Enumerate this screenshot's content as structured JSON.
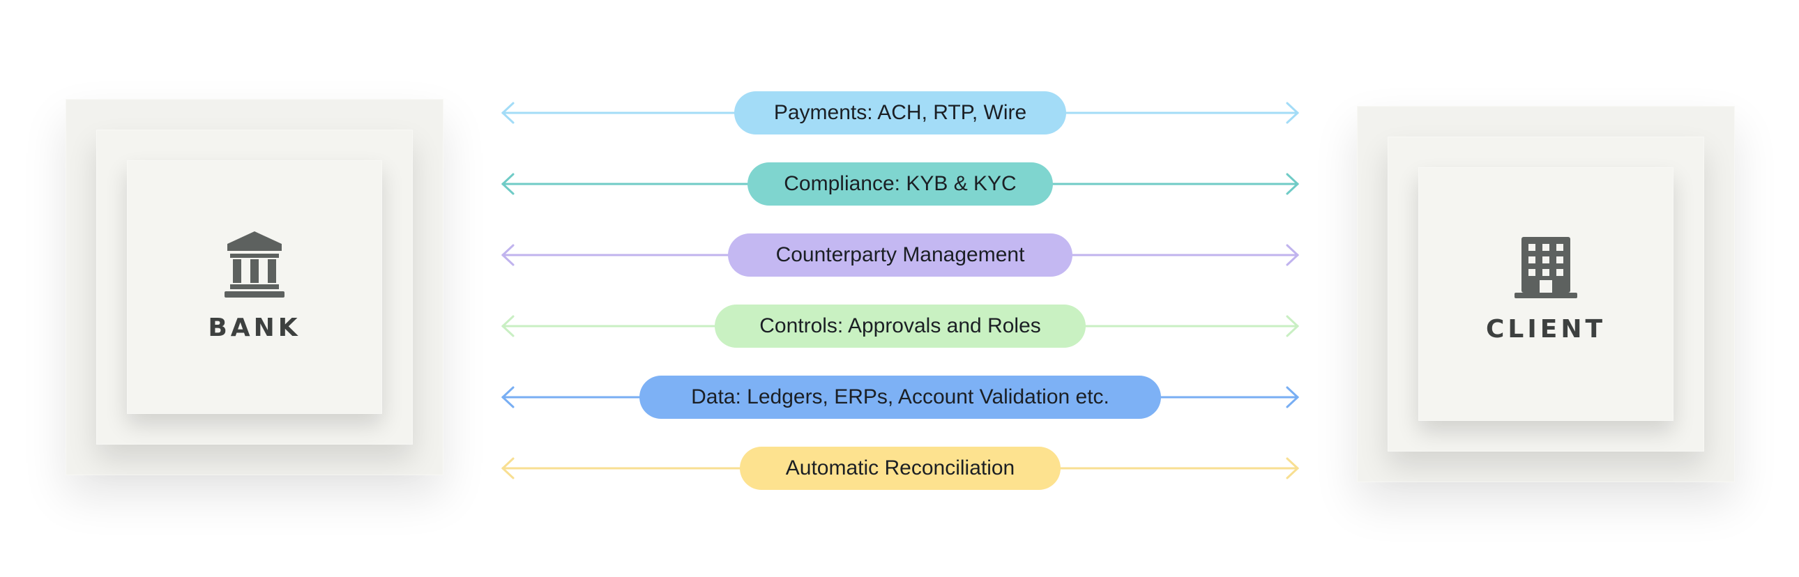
{
  "entities": {
    "left": {
      "label": "BANK",
      "icon": "bank-icon"
    },
    "right": {
      "label": "CLIENT",
      "icon": "office-building-icon"
    }
  },
  "connections": [
    {
      "label": "Payments: ACH, RTP, Wire",
      "color": "#a3dcf7",
      "line_color": "#a3dcf7"
    },
    {
      "label": "Compliance: KYB & KYC",
      "color": "#7fd5cf",
      "line_color": "#6fcbc6"
    },
    {
      "label": "Counterparty Management",
      "color": "#c4b8f2",
      "line_color": "#c0b3ee"
    },
    {
      "label": "Controls: Approvals and Roles",
      "color": "#c9f1c2",
      "line_color": "#c9efc3"
    },
    {
      "label": "Data: Ledgers, ERPs, Account Validation etc.",
      "color": "#7db1f5",
      "line_color": "#78aef3"
    },
    {
      "label": "Automatic Reconciliation",
      "color": "#fde28f",
      "line_color": "#f8df92"
    }
  ],
  "colors": {
    "icon": "#5d615f",
    "label_text": "#3d403f"
  }
}
